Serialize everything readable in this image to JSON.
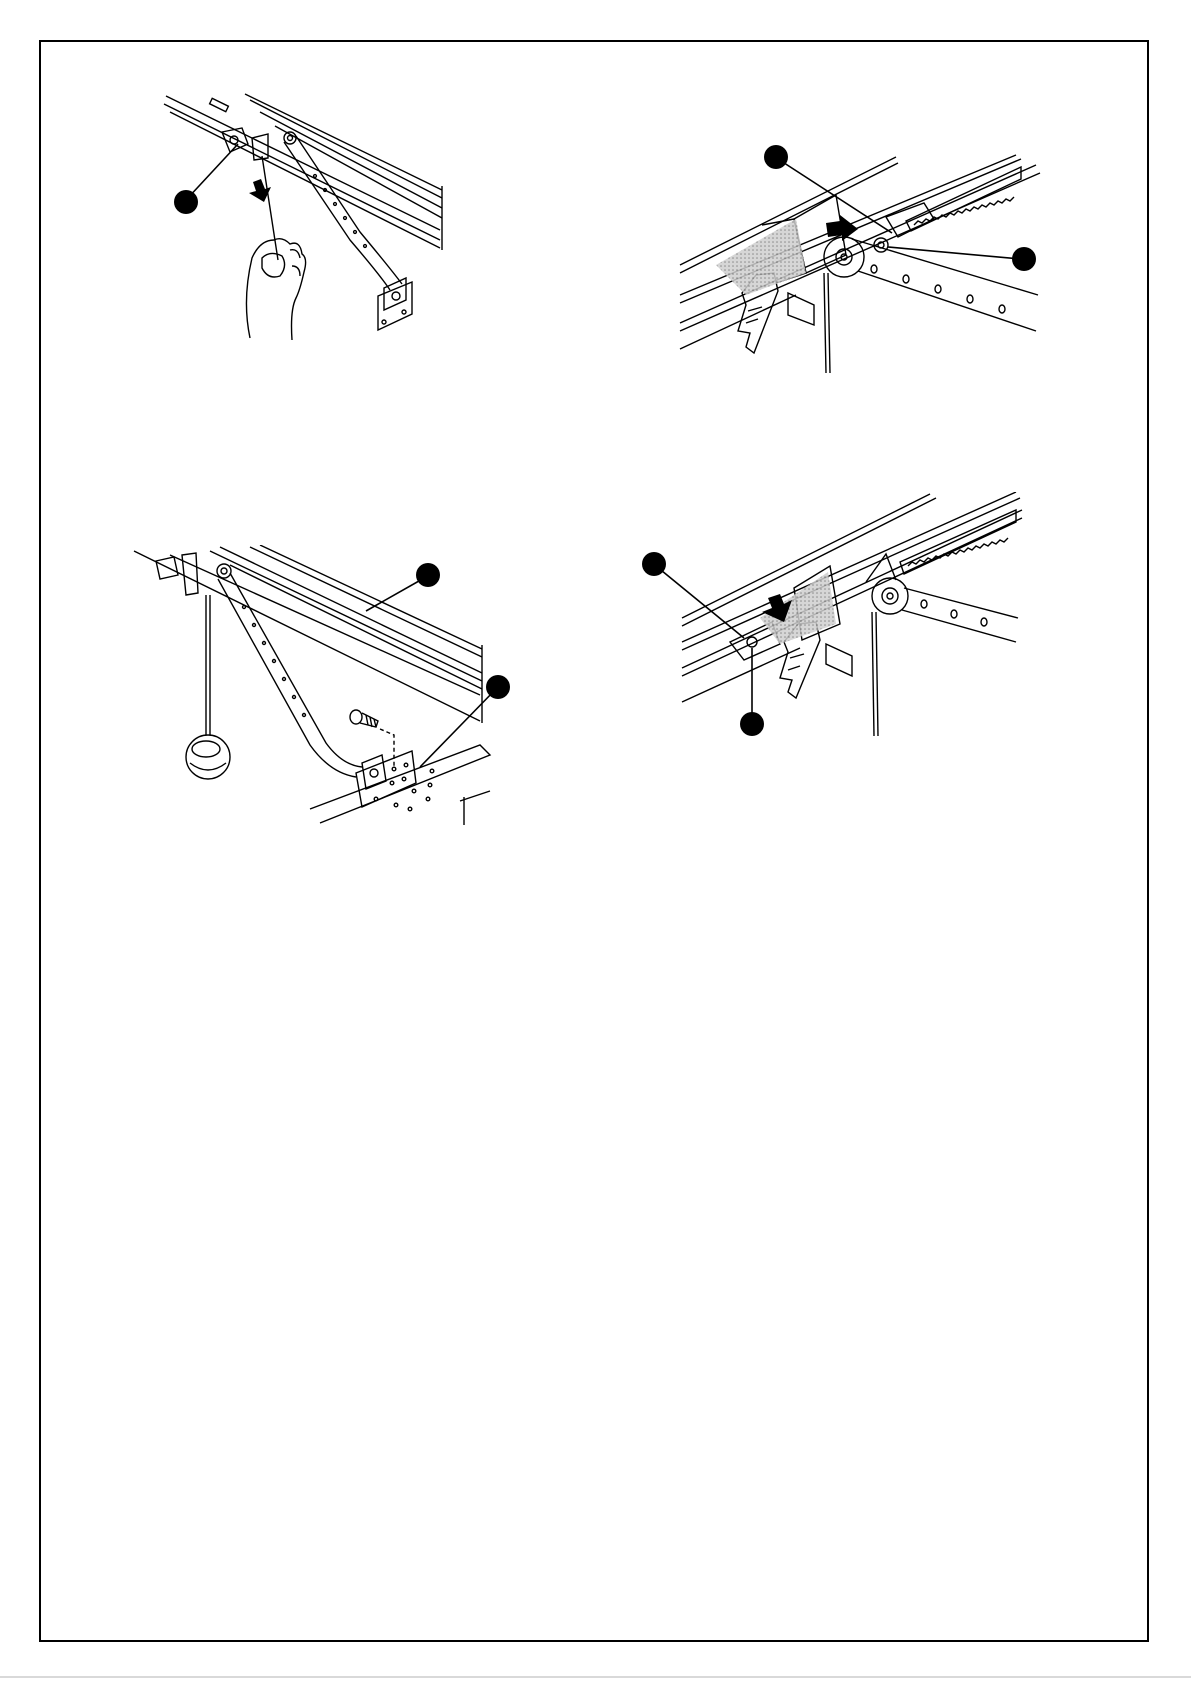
{
  "page": {
    "background": "#ffffff",
    "line_color": "#000000",
    "shade_color": "#b8b8b8",
    "figures": [
      {
        "id": "fig-pull-cord",
        "icons": [
          "callout-marker",
          "down-arrow-icon"
        ]
      },
      {
        "id": "fig-trolley-release",
        "icons": [
          "callout-marker",
          "callout-marker",
          "right-arrow-icon"
        ]
      },
      {
        "id": "fig-bracket-mount",
        "icons": [
          "callout-marker",
          "callout-marker"
        ]
      },
      {
        "id": "fig-trolley-lock",
        "icons": [
          "callout-marker",
          "callout-marker",
          "down-arrow-icon"
        ]
      }
    ]
  }
}
